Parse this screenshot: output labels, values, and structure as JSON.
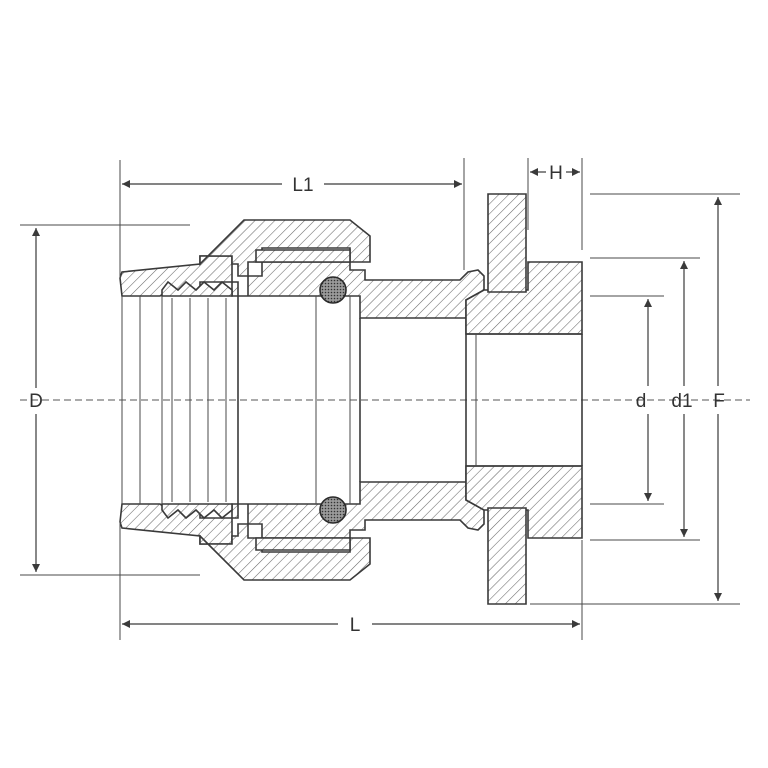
{
  "labels": {
    "L1": "L1",
    "H": "H",
    "D": "D",
    "d": "d",
    "d1": "d1",
    "F": "F",
    "L": "L"
  },
  "colors": {
    "line": "#3a3a3a",
    "background": "#ffffff"
  }
}
